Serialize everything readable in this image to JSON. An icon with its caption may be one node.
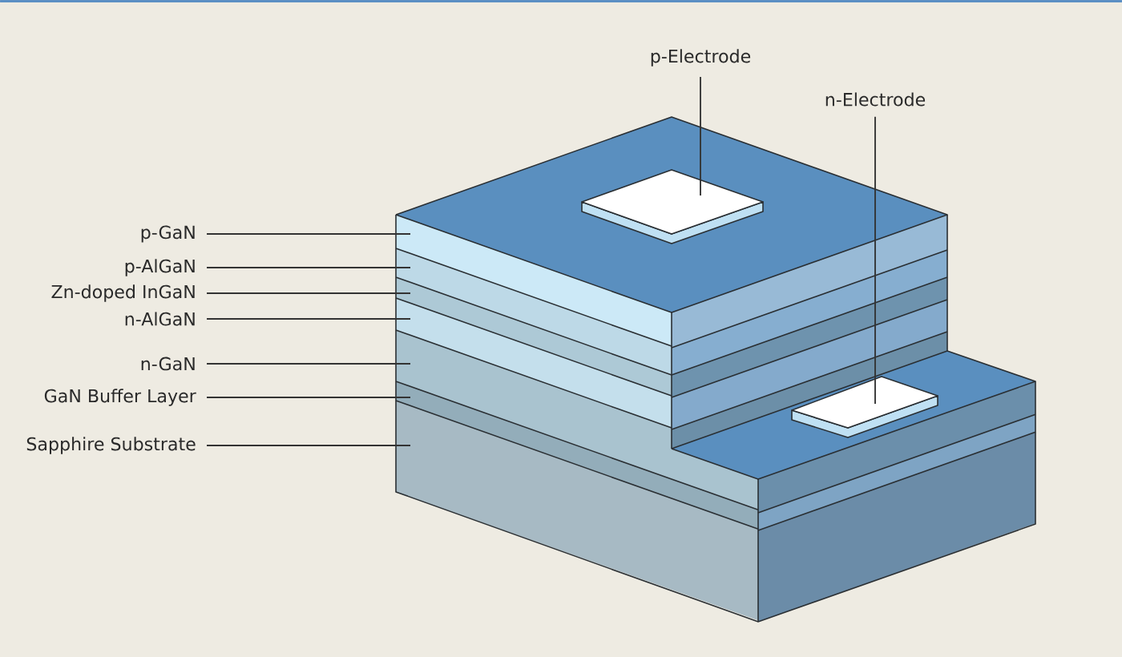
{
  "diagram": {
    "nodes": [
      {
        "text": [
          "p-Electrode"
        ]
      },
      {
        "text": [
          "n-Electrode"
        ]
      },
      {
        "text": [
          "p-GaN"
        ]
      },
      {
        "text": [
          "p-AlGaN"
        ]
      },
      {
        "text": [
          "Zn-doped InGaN"
        ]
      },
      {
        "text": [
          "n-AlGaN"
        ]
      },
      {
        "text": [
          "n-GaN"
        ]
      },
      {
        "text": [
          "GaN Buffer Layer"
        ]
      },
      {
        "text": [
          "Sapphire Substrate"
        ]
      }
    ],
    "edges": [
      {
        "from": 0,
        "to": null,
        "arrow": "none"
      },
      {
        "from": 1,
        "to": null,
        "arrow": "none"
      },
      {
        "from": 2,
        "to": null,
        "arrow": "none"
      },
      {
        "from": 3,
        "to": null,
        "arrow": "none"
      },
      {
        "from": 4,
        "to": null,
        "arrow": "none"
      },
      {
        "from": 5,
        "to": null,
        "arrow": "none"
      },
      {
        "from": 6,
        "to": null,
        "arrow": "none"
      },
      {
        "from": 7,
        "to": null,
        "arrow": "none"
      },
      {
        "from": 8,
        "to": null,
        "arrow": "none"
      }
    ]
  }
}
